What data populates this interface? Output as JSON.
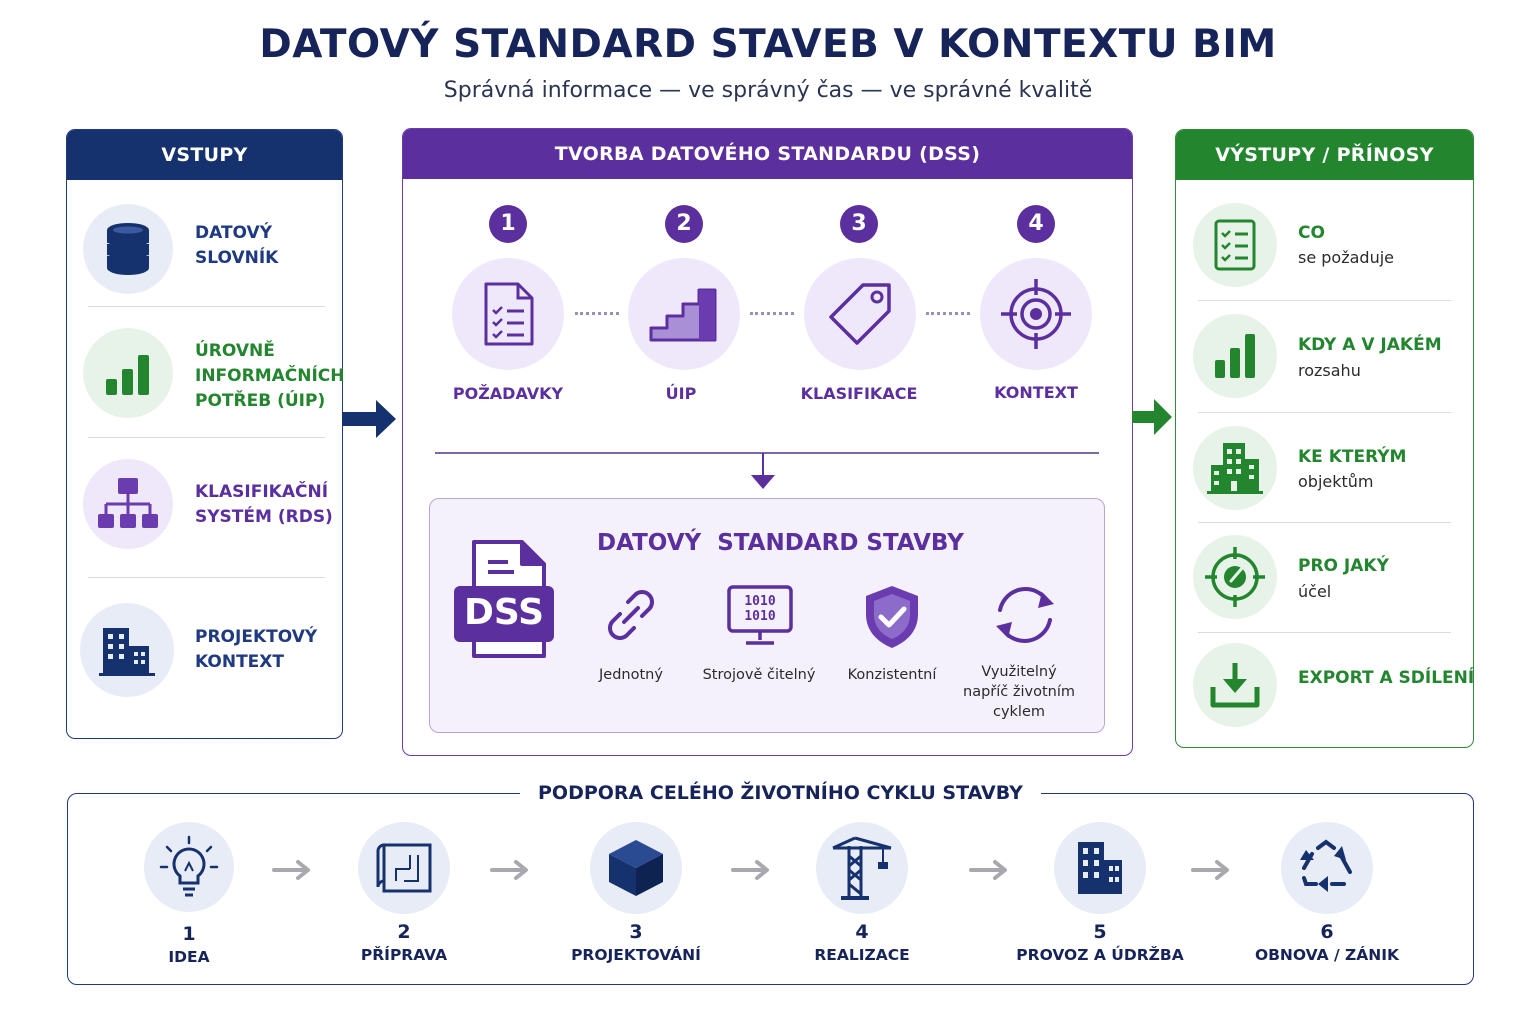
{
  "title": "DATOVÝ STANDARD STAVEB V KONTEXTU BIM",
  "subtitle": "Správná informace — ve správný čas — ve správné kvalitě",
  "inputs": {
    "header": "VSTUPY",
    "items": [
      {
        "label": "DATOVÝ\nSLOVNÍK",
        "icon": "database-icon",
        "color": "#1f3a80"
      },
      {
        "label": "ÚROVNĚ\nINFORMAČNÍCH\nPOTŘEB (ÚIP)",
        "icon": "bar-chart-icon",
        "color": "#23862f"
      },
      {
        "label": "KLASIFIKAČNÍ\nSYSTÉM (RDS)",
        "icon": "hierarchy-icon",
        "color": "#5b2f9e"
      },
      {
        "label": "PROJEKTOVÝ\nKONTEXT",
        "icon": "city-icon",
        "color": "#1f3a80"
      }
    ]
  },
  "creation": {
    "header": "TVORBA DATOVÉHO STANDARDU (DSS)",
    "steps": [
      {
        "number": "1",
        "label": "POŽADAVKY",
        "icon": "checklist-icon"
      },
      {
        "number": "2",
        "label": "ÚIP",
        "icon": "stairs-icon"
      },
      {
        "number": "3",
        "label": "KLASIFIKACE",
        "icon": "tag-icon"
      },
      {
        "number": "4",
        "label": "KONTEXT",
        "icon": "target-icon"
      }
    ],
    "result": {
      "title": "DATOVÝ  STANDARD STAVBY",
      "badge": "DSS",
      "features": [
        {
          "label": "Jednotný",
          "icon": "link-icon"
        },
        {
          "label": "Strojově čitelný",
          "icon": "monitor-binary-icon",
          "binary": [
            "1010",
            "1010"
          ]
        },
        {
          "label": "Konzistentní",
          "icon": "shield-check-icon"
        },
        {
          "label": "Využitelný\nnapříč životním\ncyklem",
          "icon": "cycle-icon"
        }
      ]
    }
  },
  "outputs": {
    "header": "VÝSTUPY / PŘÍNOSY",
    "items": [
      {
        "title": "CO",
        "sub": "se požaduje",
        "icon": "checklist-icon"
      },
      {
        "title": "KDY A V JAKÉM",
        "sub": "rozsahu",
        "icon": "bar-chart-icon"
      },
      {
        "title": "KE KTERÝM",
        "sub": "objektům",
        "icon": "building-icon"
      },
      {
        "title": "PRO JAKÝ",
        "sub": "účel",
        "icon": "target-icon"
      },
      {
        "title": "EXPORT A SDÍLENÍ",
        "sub": "",
        "icon": "download-icon"
      }
    ]
  },
  "lifecycle": {
    "title": "PODPORA CELÉHO ŽIVOTNÍHO CYKLU STAVBY",
    "phases": [
      {
        "number": "1",
        "label": "IDEA",
        "icon": "lightbulb-icon"
      },
      {
        "number": "2",
        "label": "PŘÍPRAVA",
        "icon": "blueprint-icon"
      },
      {
        "number": "3",
        "label": "PROJEKTOVÁNÍ",
        "icon": "cube-icon"
      },
      {
        "number": "4",
        "label": "REALIZACE",
        "icon": "crane-icon"
      },
      {
        "number": "5",
        "label": "PROVOZ A ÚDRŽBA",
        "icon": "building-icon"
      },
      {
        "number": "6",
        "label": "OBNOVA / ZÁNIK",
        "icon": "recycle-icon"
      }
    ]
  },
  "colors": {
    "navy": "#15326e",
    "purple": "#5b2f9e",
    "green": "#23862f"
  }
}
